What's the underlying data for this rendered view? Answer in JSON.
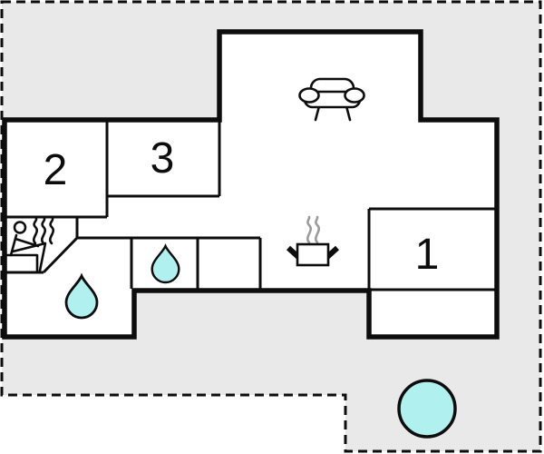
{
  "floorplan": {
    "title": "house-floor-plan",
    "rooms": [
      {
        "id": "room-1",
        "label": "1"
      },
      {
        "id": "room-2",
        "label": "2"
      },
      {
        "id": "room-3",
        "label": "3"
      }
    ],
    "icons": [
      "sofa-icon",
      "stove-icon",
      "sauna-icon",
      "water-drop-icon-large",
      "water-drop-icon-small",
      "hot-tub-icon"
    ],
    "colors": {
      "plot": "#e9e9e9",
      "wall": "#0d0d0d",
      "floor": "#ffffff",
      "water": "#b0f1ef",
      "steam": "#9b9b9b"
    }
  }
}
